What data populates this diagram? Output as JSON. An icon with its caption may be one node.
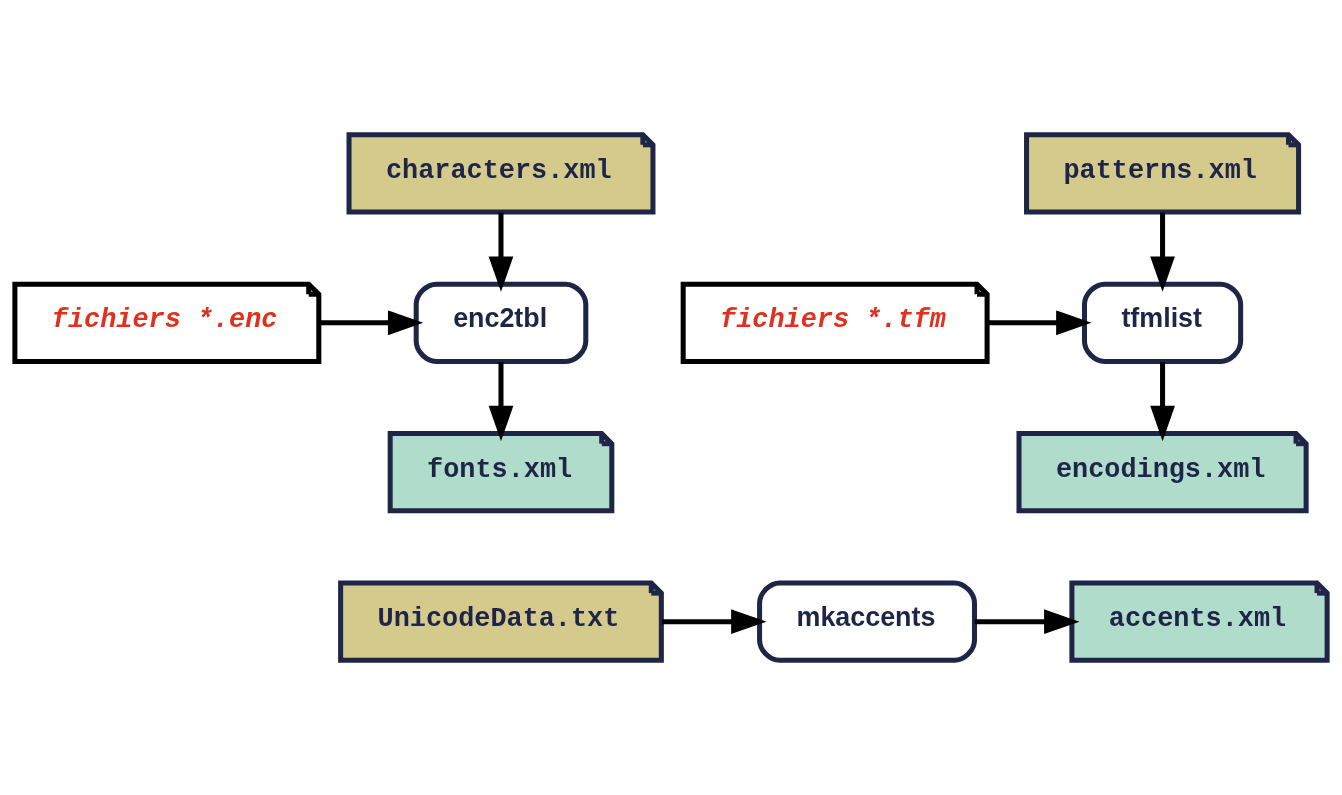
{
  "diagram": {
    "nodes": [
      {
        "text": [
          "characters.xml"
        ]
      },
      {
        "text": [
          "fichiers *.enc"
        ]
      },
      {
        "text": [
          "enc2tbl"
        ]
      },
      {
        "text": [
          "fonts.xml"
        ]
      },
      {
        "text": [
          "patterns.xml"
        ]
      },
      {
        "text": [
          "fichiers *.tfm"
        ]
      },
      {
        "text": [
          "tfmlist"
        ]
      },
      {
        "text": [
          "encodings.xml"
        ]
      },
      {
        "text": [
          "UnicodeData.txt"
        ]
      },
      {
        "text": [
          "mkaccents"
        ]
      },
      {
        "text": [
          "accents.xml"
        ]
      }
    ],
    "edges": [
      {
        "from": 0,
        "to": 2,
        "arrow": "to"
      },
      {
        "from": 1,
        "to": 2,
        "arrow": "to"
      },
      {
        "from": 2,
        "to": 3,
        "arrow": "to"
      },
      {
        "from": 4,
        "to": 6,
        "arrow": "to"
      },
      {
        "from": 5,
        "to": 6,
        "arrow": "to"
      },
      {
        "from": 6,
        "to": 7,
        "arrow": "to"
      },
      {
        "from": 8,
        "to": 9,
        "arrow": "to"
      },
      {
        "from": 9,
        "to": 10,
        "arrow": "to"
      }
    ]
  }
}
